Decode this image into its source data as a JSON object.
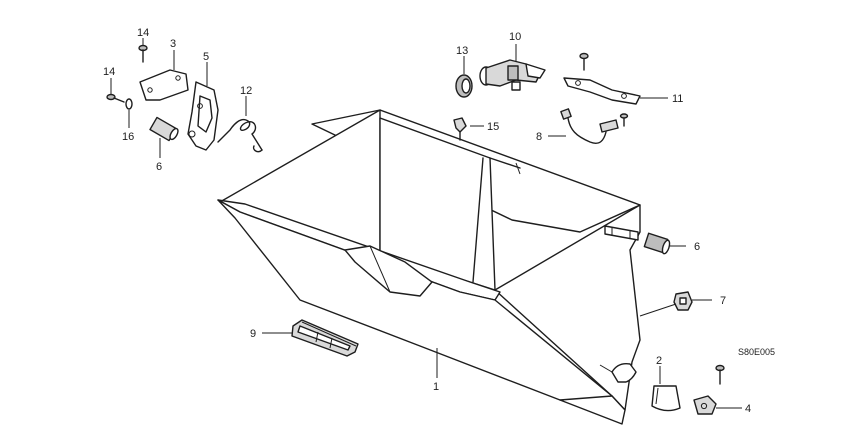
{
  "diagram": {
    "code": "S80E005",
    "callouts": {
      "c1": "1",
      "c2": "2",
      "c3": "3",
      "c4": "4",
      "c5": "5",
      "c6a": "6",
      "c6b": "6",
      "c7": "7",
      "c8": "8",
      "c9": "9",
      "c10": "10",
      "c11": "11",
      "c12": "12",
      "c13": "13",
      "c14a": "14",
      "c14b": "14",
      "c15": "15",
      "c16": "16"
    }
  }
}
